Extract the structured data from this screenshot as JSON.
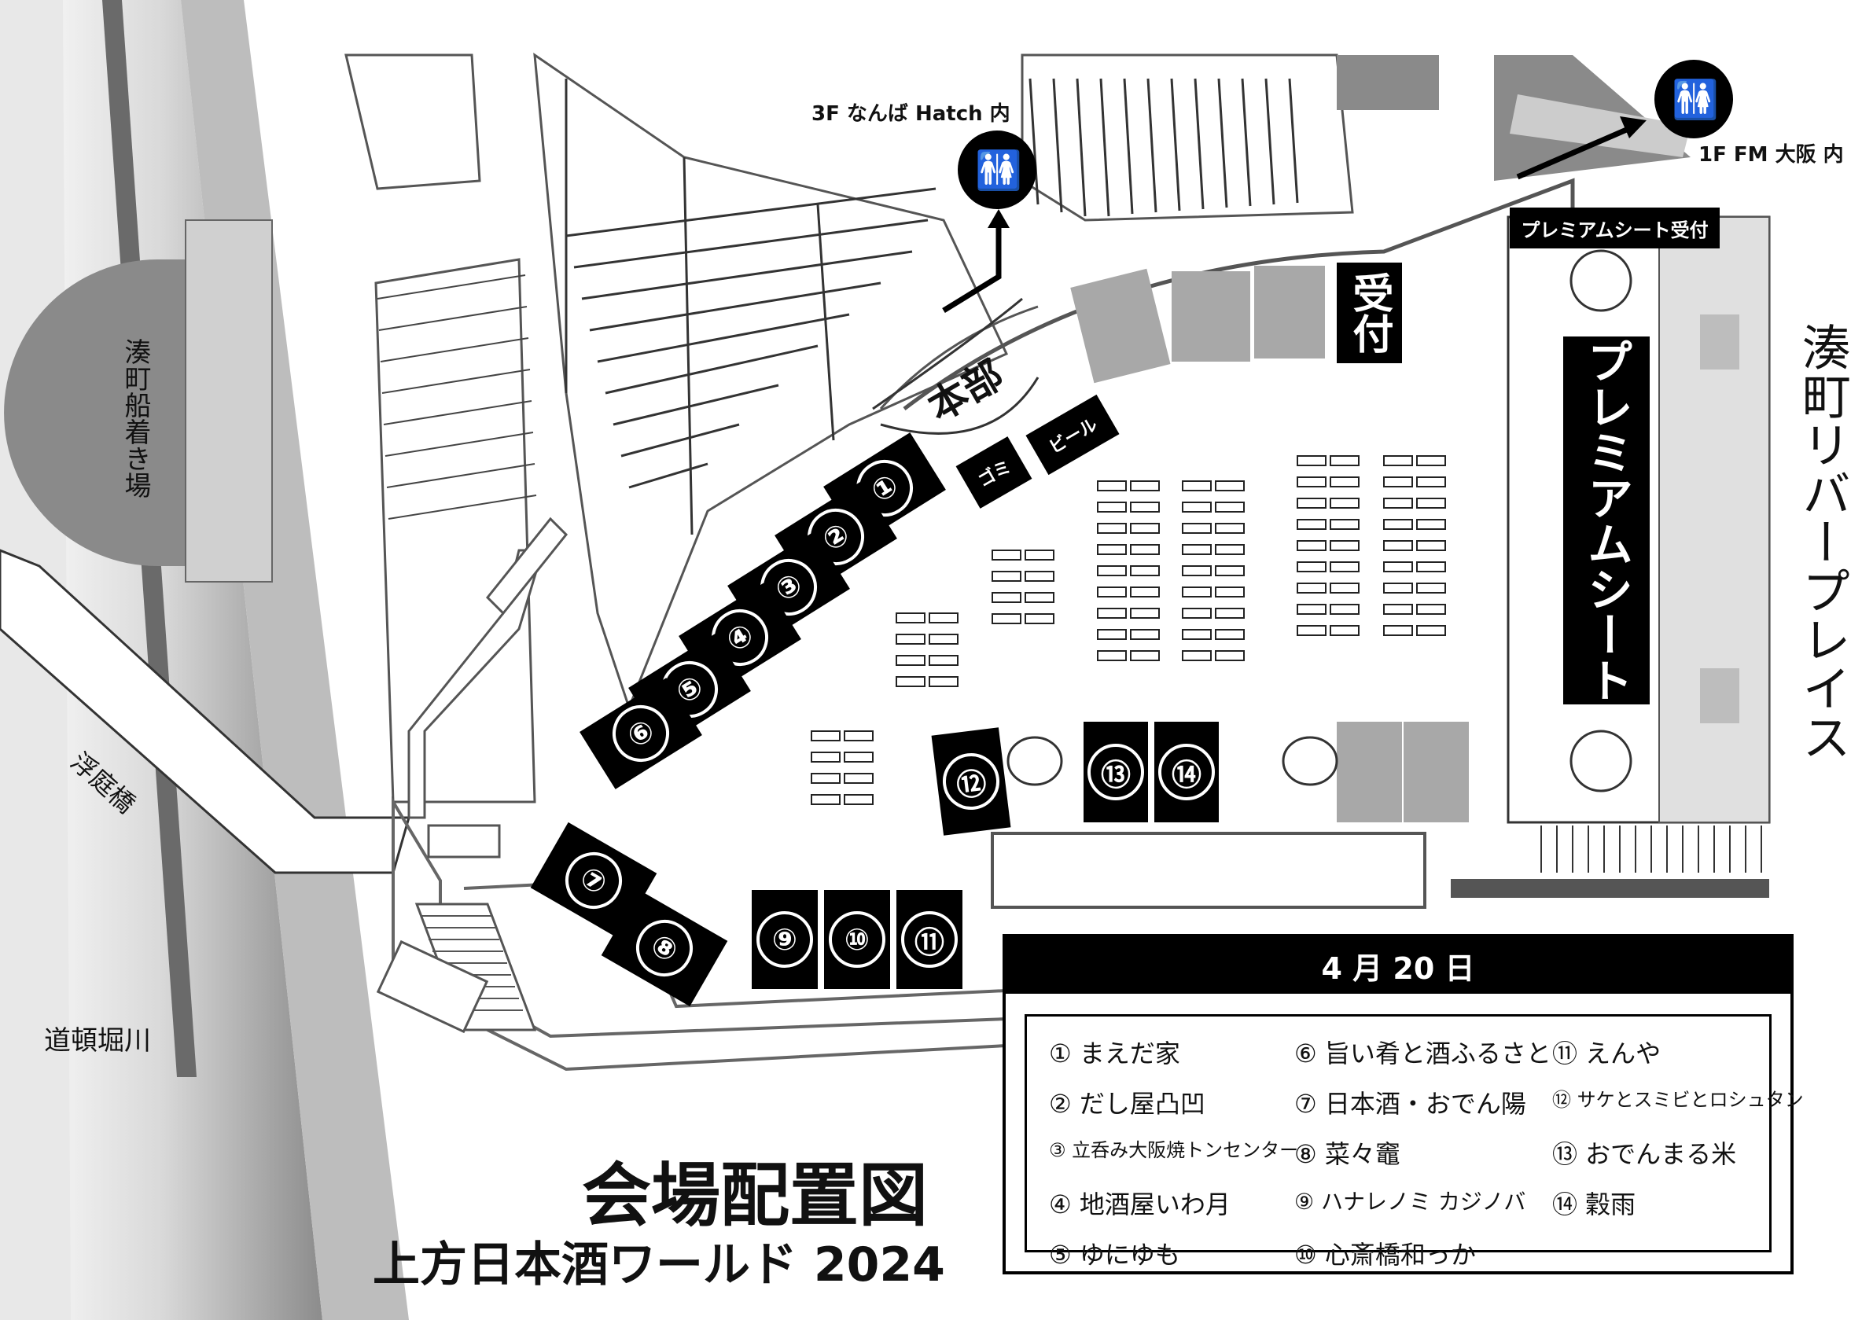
{
  "title": "会場配置図",
  "subtitle": "上方日本酒ワールド 2024",
  "places": {
    "funatsukiba": "湊町船着き場",
    "ukiniwabashi": "浮庭橋",
    "dotonbori": "道頓堀川",
    "riverplace": "湊町リバープレイス"
  },
  "restrooms": {
    "hatch_label": "3F なんば Hatch 内",
    "fm_label": "1F FM 大阪 内",
    "icon": "restroom-icon"
  },
  "facilities": {
    "honbu": "本部",
    "reception": "受付",
    "gomi": "ゴミ",
    "beer": "ビール",
    "premium_reception": "プレミアムシート受付",
    "premium_seat": "プレミアムシート"
  },
  "booths": [
    {
      "num": "①"
    },
    {
      "num": "②"
    },
    {
      "num": "③"
    },
    {
      "num": "④"
    },
    {
      "num": "⑤"
    },
    {
      "num": "⑥"
    },
    {
      "num": "⑦"
    },
    {
      "num": "⑧"
    },
    {
      "num": "⑨"
    },
    {
      "num": "⑩"
    },
    {
      "num": "⑪"
    },
    {
      "num": "⑫"
    },
    {
      "num": "⑬"
    },
    {
      "num": "⑭"
    }
  ],
  "legend": {
    "date": "4 月 20 日",
    "items": [
      "① まえだ家",
      "② だし屋凸凹",
      "③ 立呑み大阪焼トンセンター",
      "④ 地酒屋いわ月",
      "⑤ ゆにゆも",
      "⑥ 旨い肴と酒ふるさと",
      "⑦ 日本酒・おでん陽",
      "⑧ 菜々竈",
      "⑨ ハナレノミ カジノバ",
      "⑩ 心斎橋和っか",
      "⑪ えんや",
      "⑫ サケとスミビとロシュタン",
      "⑬ おでんまる米",
      "⑭ 穀雨"
    ]
  },
  "colors": {
    "booth": "#000000",
    "river": "#9a9a9a",
    "stall_gray": "#a8a8a8",
    "line": "#555555"
  }
}
